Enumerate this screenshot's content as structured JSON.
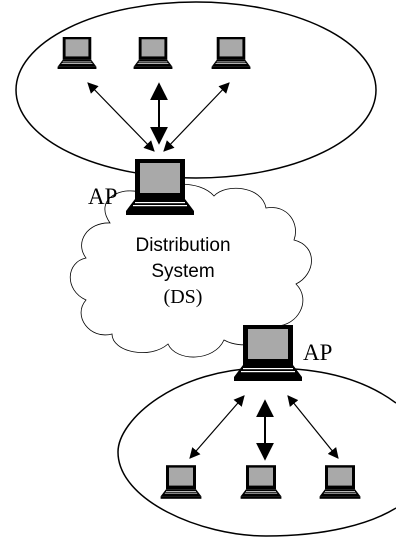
{
  "diagram": {
    "upper_bss": {
      "ap_label": "AP",
      "stations": [
        "laptop",
        "laptop",
        "laptop"
      ]
    },
    "distribution_system": {
      "label_lines": [
        "Distribution",
        "System",
        "(DS)"
      ]
    },
    "lower_bss": {
      "ap_label": "AP",
      "stations": [
        "laptop",
        "laptop",
        "laptop"
      ]
    },
    "icons": {
      "station": "laptop-icon",
      "access_point": "laptop-icon"
    }
  }
}
